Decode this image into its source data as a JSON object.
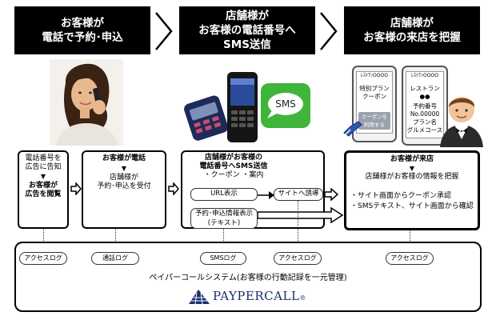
{
  "banners": [
    {
      "lines": [
        "お客様が",
        "電話で予約･申込"
      ]
    },
    {
      "lines": [
        "店舗様が",
        "お客様の電話番号へ",
        "SMS送信"
      ]
    },
    {
      "lines": [
        "店舗様が",
        "お客様の来店を把握"
      ]
    }
  ],
  "sms_bubble": "SMS",
  "phone_left": {
    "header": "ﾚｽﾄﾗﾝOOOO",
    "line1": "特別プラン",
    "line2": "クーポン",
    "button1": "クーポンを",
    "button2": "利用する"
  },
  "phone_right": {
    "header": "ﾚｽﾄﾗﾝOOOO",
    "l1": "レストラン",
    "l2": "●●",
    "l3": "予約番号",
    "l4": "No.00000",
    "l5": "プラン名",
    "l6": "グルメコース"
  },
  "box1": {
    "l1": "電話番号を",
    "l2": "広告に告知",
    "l3": "お客様が",
    "l4": "広告を閲覧"
  },
  "box2": {
    "l1": "お客様が電話",
    "l2": "店舗様が",
    "l3": "予約･申込を受付"
  },
  "box3": {
    "l1": "店舗様がお客様の",
    "l2": "電話番号へSMS送信",
    "l3": "・クーポン ・案内",
    "pill1": "URL表示",
    "pill2a": "予約･申込情報表示",
    "pill2b": "(テキスト)"
  },
  "site_pill": "サイトへ誘導",
  "box4": {
    "l1": "お客様が来店",
    "l2": "店舗様がお客様の情報を把握",
    "l3": "・サイト画面からクーポン承認",
    "l4": "・SMSテキスト、サイト画面から確認"
  },
  "arrow_symbol": "▼",
  "logs": [
    "アクセスログ",
    "通話ログ",
    "SMSログ",
    "アクセスログ",
    "アクセスログ"
  ],
  "system_text": "ペイパーコールシステム(お客様の行動記録を一元管理)",
  "logo_text": "PAYPERCALL",
  "logo_mark": "®",
  "colors": {
    "banner": "#000000",
    "sms_green": "#3fb53a",
    "logo_blue": "#1a2f6e"
  },
  "icons": [
    "chevron-right-icon",
    "woman-on-phone-icon",
    "mobile-phones-icon",
    "sms-bubble-icon",
    "smartphone-icon",
    "waiter-icon",
    "hollow-arrow-right-icon"
  ]
}
